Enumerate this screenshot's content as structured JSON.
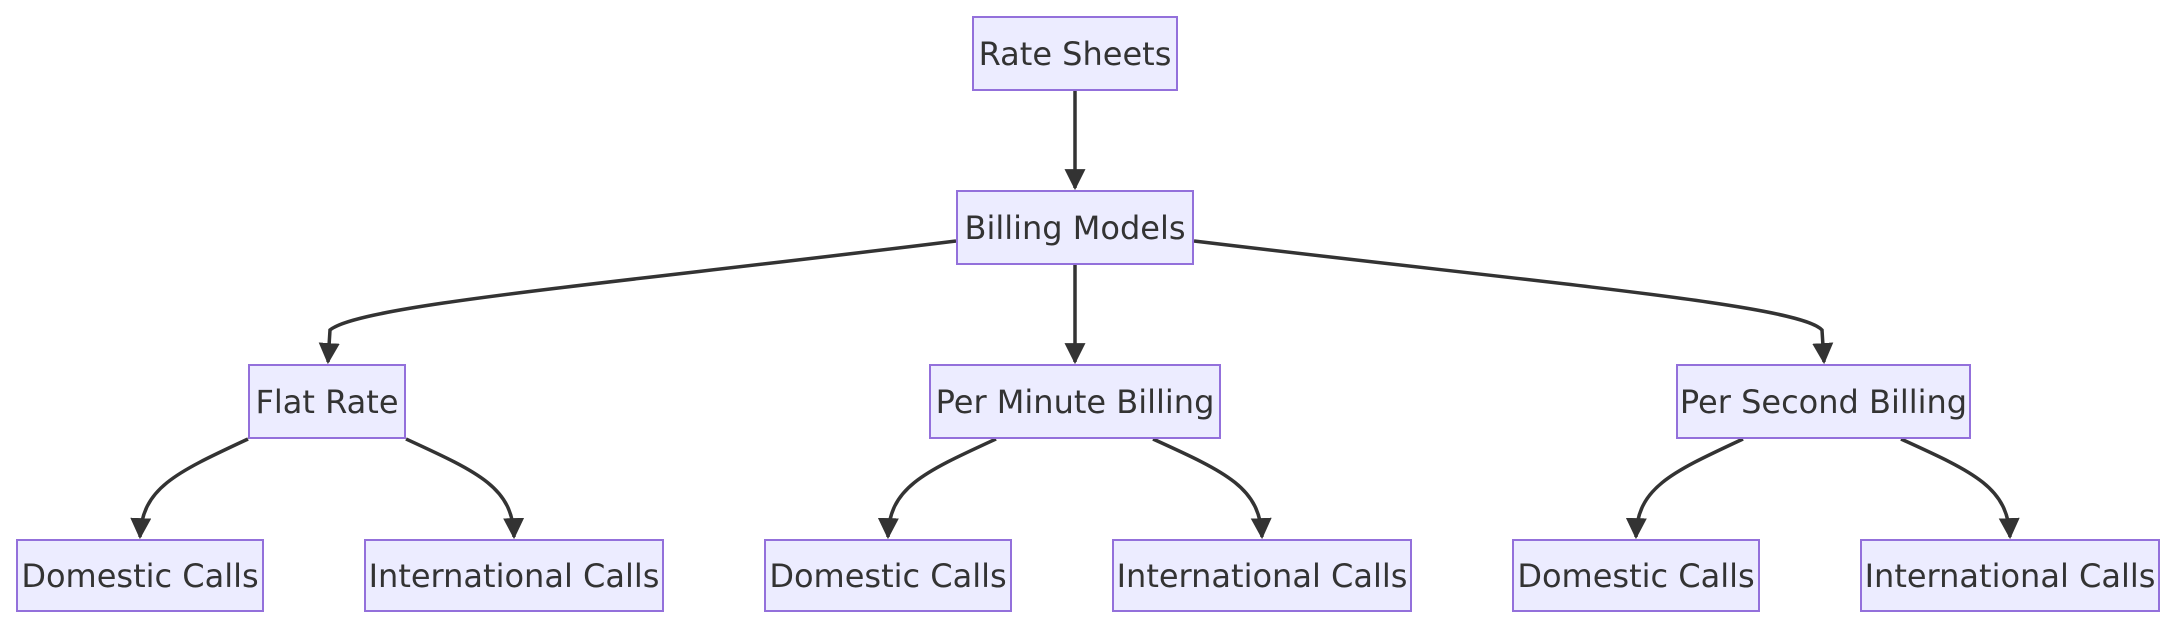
{
  "diagram": {
    "colors": {
      "node_fill": "#ececff",
      "node_border": "#9370db",
      "edge": "#333333",
      "text": "#333333"
    },
    "nodes": {
      "root": "Rate Sheets",
      "billing": "Billing Models",
      "flat": "Flat Rate",
      "minute": "Per Minute Billing",
      "second": "Per Second Billing",
      "flat_domestic": "Domestic Calls",
      "flat_international": "International Calls",
      "minute_domestic": "Domestic Calls",
      "minute_international": "International Calls",
      "second_domestic": "Domestic Calls",
      "second_international": "International Calls"
    },
    "edges": [
      {
        "from": "root",
        "to": "billing"
      },
      {
        "from": "billing",
        "to": "flat"
      },
      {
        "from": "billing",
        "to": "minute"
      },
      {
        "from": "billing",
        "to": "second"
      },
      {
        "from": "flat",
        "to": "flat_domestic"
      },
      {
        "from": "flat",
        "to": "flat_international"
      },
      {
        "from": "minute",
        "to": "minute_domestic"
      },
      {
        "from": "minute",
        "to": "minute_international"
      },
      {
        "from": "second",
        "to": "second_domestic"
      },
      {
        "from": "second",
        "to": "second_international"
      }
    ]
  }
}
